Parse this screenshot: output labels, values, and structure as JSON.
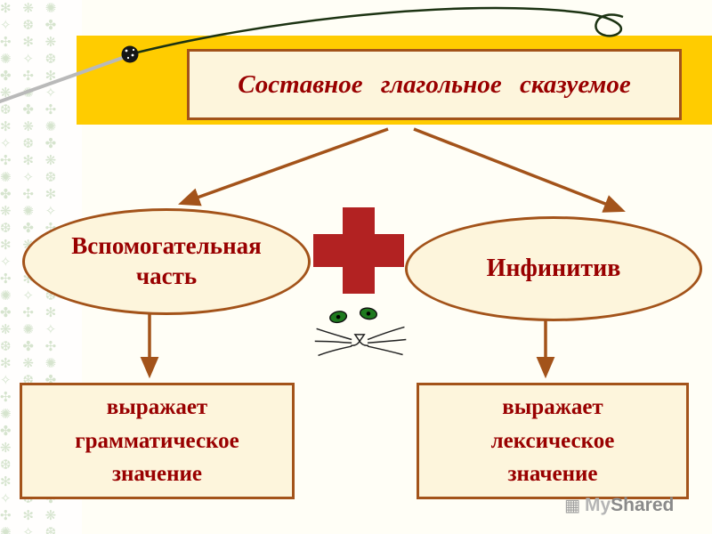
{
  "slide": {
    "title": "Составное глагольное сказуемое",
    "nodes": {
      "left_ellipse": "Вспомогательная\nчасть",
      "right_ellipse": "Инфинитив",
      "left_box": "выражает\nграмматическое\nзначение",
      "right_box": "выражает\nлексическое\nзначение"
    },
    "operator": "plus-sign"
  },
  "decor": {
    "pattern_glyphs": "✻ ❋ ✺ ✧ ❆ ✤ ✣ ",
    "drawing": "cat-face"
  },
  "watermark": {
    "prefix": "My",
    "suffix": "Shared",
    "icon": "▦"
  },
  "colors": {
    "band": "#ffcc00",
    "panel_bg": "#fdf5dc",
    "border": "#a3531a",
    "text": "#990000",
    "cross": "#b22222",
    "arrow": "#a3531a",
    "watermark": "#9e9e9e",
    "page_bg": "#fffef6"
  }
}
